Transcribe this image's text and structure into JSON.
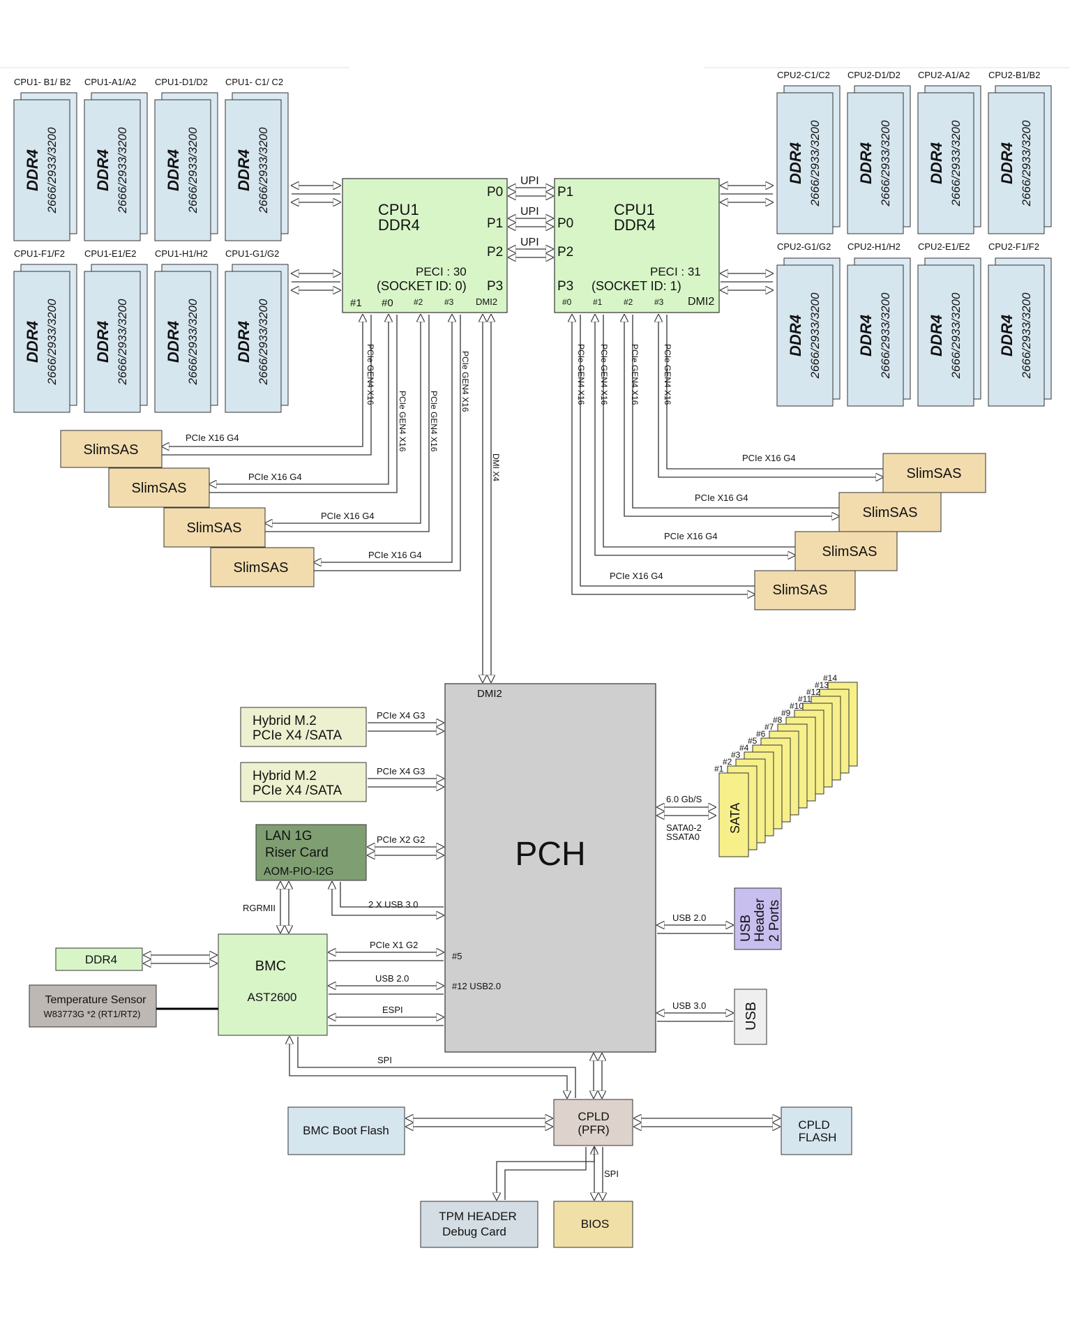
{
  "cpu1": {
    "title": "CPU1",
    "subtitle": "DDR4",
    "ports": [
      "P0",
      "P1",
      "P2",
      "P3"
    ],
    "peci": "PECI : 30",
    "socket": "(SOCKET ID: 0)",
    "pcie_ports": [
      "#1",
      "#0",
      "#2",
      "#3"
    ],
    "dmi": "DMI2"
  },
  "cpu2": {
    "title": "CPU1",
    "subtitle": "DDR4",
    "ports": [
      "P1",
      "P0",
      "P2",
      "P3"
    ],
    "peci": "PECI : 31",
    "socket": "(SOCKET ID: 1)",
    "pcie_ports": [
      "#0",
      "#1",
      "#2",
      "#3"
    ],
    "dmi": "DMI2"
  },
  "upi_label": "UPI",
  "dimm": {
    "type": "DDR4",
    "speed": "2666/2933/3200"
  },
  "cpu1_dimms_top": [
    "CPU1- B1/ B2",
    "CPU1-A1/A2",
    "CPU1-D1/D2",
    "CPU1- C1/ C2"
  ],
  "cpu1_dimms_bottom": [
    "CPU1-F1/F2",
    "CPU1-E1/E2",
    "CPU1-H1/H2",
    "CPU1-G1/G2"
  ],
  "cpu2_dimms_top": [
    "CPU2-C1/C2",
    "CPU2-D1/D2",
    "CPU2-A1/A2",
    "CPU2-B1/B2"
  ],
  "cpu2_dimms_bottom": [
    "CPU2-G1/G2",
    "CPU2-H1/H2",
    "CPU2-E1/E2",
    "CPU2-F1/F2"
  ],
  "pcie_gen4_label": "PCIe GEN4 X16",
  "pcie_x16_g4": "PCIe X16 G4",
  "slimsas": "SlimSAS",
  "dmi_x4": "DMI X4",
  "pch": {
    "title": "PCH",
    "dmi": "DMI2",
    "port5": "#5",
    "port12": "#12 USB2.0"
  },
  "hybrid_m2": {
    "line1": "Hybrid M.2",
    "line2": "PCIe X4 /SATA",
    "link": "PCIe X4 G3"
  },
  "lan": {
    "line1": "LAN 1G",
    "line2": "Riser Card",
    "line3": "AOM-PIO-I2G",
    "link": "PCIe X2 G2"
  },
  "links": {
    "usb30_2x": "2 X USB 3.0",
    "pcie_x1": "PCIe X1 G2",
    "usb20": "USB 2.0",
    "espi": "ESPI",
    "spi": "SPI",
    "rgrmii": "RGRMII",
    "sata_speed": "6.0 Gb/S",
    "sata_ports1": "SATA0-2",
    "sata_ports2": "SSATA0",
    "usb20_right": "USB 2.0",
    "usb30_right": "USB 3.0",
    "spi2": "SPI"
  },
  "bmc": {
    "title": "BMC",
    "chip": "AST2600"
  },
  "bmc_ddr4": "DDR4",
  "temp": {
    "line1": "Temperature Sensor",
    "line2": "W83773G *2 (RT1/RT2)"
  },
  "sata": {
    "label": "SATA",
    "numbers": [
      "#1",
      "#2",
      "#3",
      "#4",
      "#5",
      "#6",
      "#7",
      "#8",
      "#9",
      "#10",
      "#11",
      "#12",
      "#13",
      "#14"
    ]
  },
  "usb_header": {
    "line1": "USB",
    "line2": "Header",
    "line3": "2 Ports"
  },
  "usb_port": "USB",
  "cpld": {
    "line1": "CPLD",
    "line2": "(PFR)"
  },
  "bmc_boot_flash": "BMC Boot Flash",
  "cpld_flash": {
    "line1": "CPLD",
    "line2": "FLASH"
  },
  "tpm": {
    "line1": "TPM HEADER",
    "line2": "Debug Card"
  },
  "bios": "BIOS"
}
